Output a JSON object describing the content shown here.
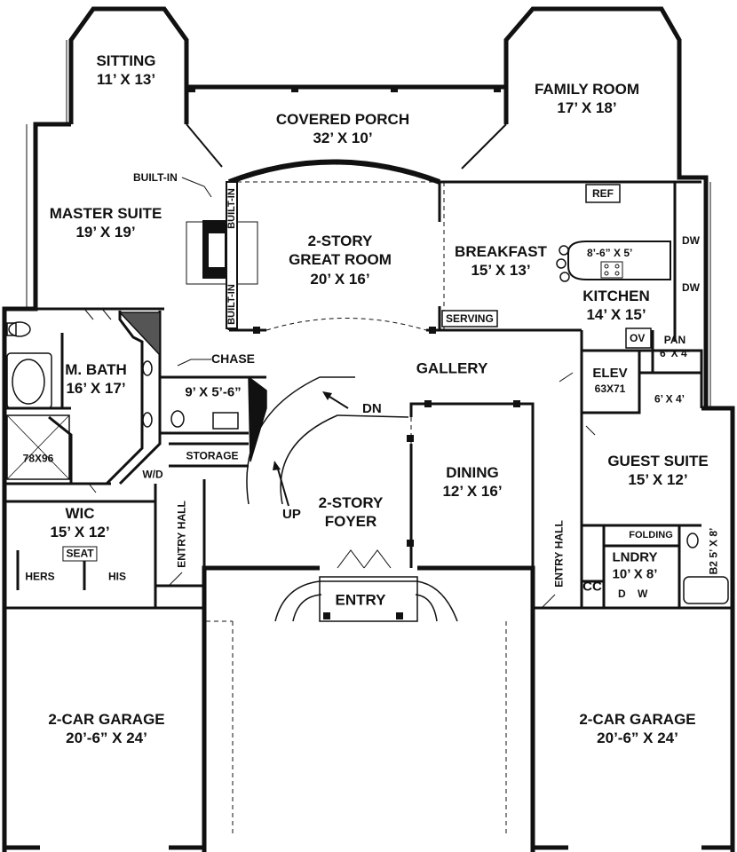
{
  "plan": {
    "rooms": {
      "sitting": {
        "name": "SITTING",
        "dims": "11’ X 13’"
      },
      "covered_porch": {
        "name": "COVERED PORCH",
        "dims": "32’ X 10’"
      },
      "family_room": {
        "name": "FAMILY ROOM",
        "dims": "17’ X 18’"
      },
      "master_suite": {
        "name": "MASTER SUITE",
        "dims": "19’ X 19’"
      },
      "great_room": {
        "name": "2-STORY GREAT ROOM",
        "line1": "2-STORY",
        "line2": "GREAT ROOM",
        "dims": "20’ X 16’"
      },
      "breakfast": {
        "name": "BREAKFAST",
        "dims": "15’ X 13’"
      },
      "kitchen": {
        "name": "KITCHEN",
        "dims": "14’ X 15’"
      },
      "m_bath": {
        "name": "M. BATH",
        "dims": "16’ X 17’"
      },
      "gallery": {
        "name": "GALLERY"
      },
      "closet_9x5": {
        "dims": "9’ X 5’-6”"
      },
      "elev": {
        "name": "ELEV",
        "dims": "63X71"
      },
      "closet_6x4": {
        "dims": "6’ X 4’"
      },
      "pan": {
        "name": "PAN",
        "dims": "6’ X 4’"
      },
      "storage": {
        "name": "STORAGE"
      },
      "foyer": {
        "name": "2-STORY FOYER",
        "line1": "2-STORY",
        "line2": "FOYER"
      },
      "dining": {
        "name": "DINING",
        "dims": "12’ X 16’"
      },
      "guest_suite": {
        "name": "GUEST SUITE",
        "dims": "15’ X 12’"
      },
      "shower": {
        "dims": "78X96"
      },
      "wic": {
        "name": "WIC",
        "dims": "15’ X 12’"
      },
      "hers": {
        "name": "HERS"
      },
      "his": {
        "name": "HIS"
      },
      "seat": {
        "name": "SEAT"
      },
      "wd": {
        "name": "W/D"
      },
      "entry_hall_left": {
        "line1": "ENTRY",
        "line2": "HALL"
      },
      "entry_hall_right": {
        "line1": "ENTRY",
        "line2": "HALL"
      },
      "entry": {
        "name": "ENTRY"
      },
      "lndry": {
        "name": "LNDRY",
        "dims": "10’ X 8’"
      },
      "folding": {
        "name": "FOLDING"
      },
      "cc": {
        "name": "CC"
      },
      "b2": {
        "name": "B2",
        "dims": "5’ X 8’"
      },
      "garage_left": {
        "name": "2-CAR GARAGE",
        "dims": "20’-6” X 24’"
      },
      "garage_right": {
        "name": "2-CAR GARAGE",
        "dims": "20’-6” X 24’"
      }
    },
    "annotations": {
      "built_in_callout": "BUILT-IN",
      "built_in_upper": "BUILT-IN",
      "built_in_lower": "BUILT-IN",
      "chase": "CHASE",
      "serving": "SERVING",
      "ref": "REF",
      "island": "8’-6” X 5’",
      "dw_upper": "DW",
      "dw_lower": "DW",
      "ov": "OV",
      "stair_dn": "DN",
      "stair_up": "UP",
      "washer": "W",
      "dryer": "D"
    }
  }
}
